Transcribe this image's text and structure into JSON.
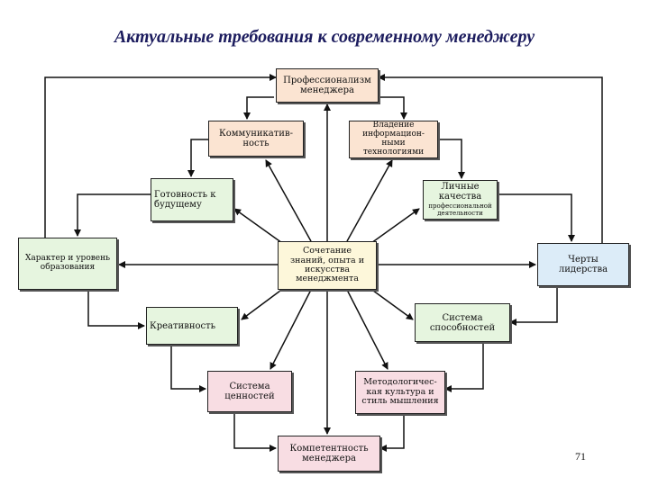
{
  "title": "Актуальные требования к современному менеджеру",
  "center": "Сочетание\nзнаний, опыта и\nискусства\nменеджмента",
  "boxes": {
    "professionalism": "Профессионализм\nменеджера",
    "communicativeness": "Коммуникатив-\nность",
    "it_mastery": "Владение\nинформацион-\nными\nтехнологиями",
    "future_readiness": "Готовность к\nбудущему",
    "personal_qualities": "Личные\nкачества",
    "personal_qualities_sub": "профессиональной\nдеятельности",
    "character_education": "Характер и уровень\nобразования",
    "leadership": "Черты\nлидерства",
    "creativity": "Креативность",
    "abilities": "Система\nспособностей",
    "values": "Система\nценностей",
    "methodology": "Методологичес-\nкая культура и\nстиль мышления",
    "competence": "Компетентность\nменеджера"
  },
  "colors": {
    "peach": "#fbe4d2",
    "green": "#e6f5df",
    "blue": "#dcecf8",
    "pink": "#f8dde3",
    "cream": "#fdf7da"
  },
  "page_number": "71"
}
